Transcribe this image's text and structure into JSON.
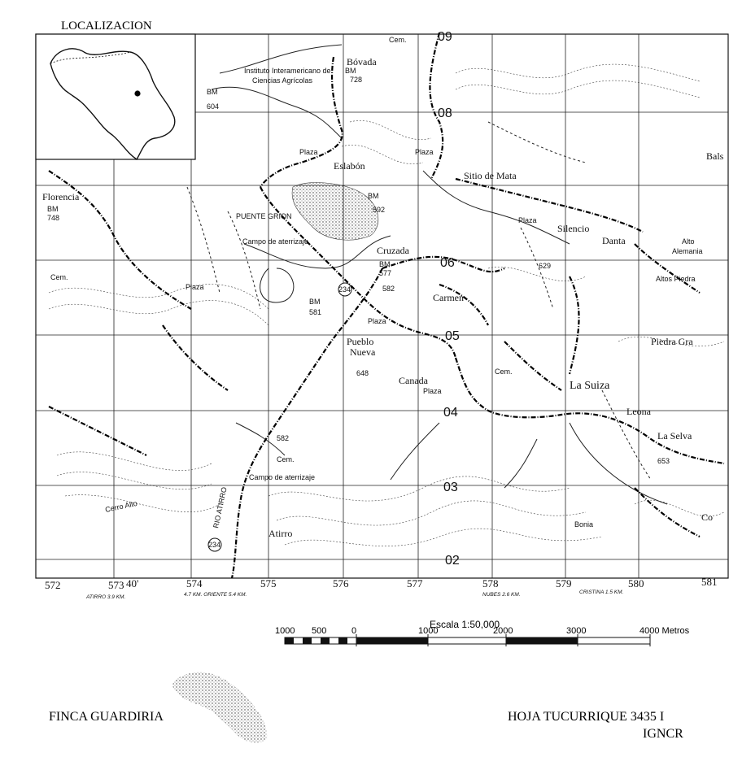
{
  "inset": {
    "title": "LOCALIZACION"
  },
  "grid": {
    "easting_labels": [
      "572",
      "573",
      "574",
      "575",
      "576",
      "577",
      "578",
      "579",
      "580",
      "581"
    ],
    "northing_labels": [
      "09",
      "08",
      "06",
      "05",
      "04",
      "03",
      "02"
    ],
    "minute_label": "40'"
  },
  "places": {
    "bovada": "Bóvada",
    "eslabon": "Eslabón",
    "sitio_mata": "Sitio de Mata",
    "silencio": "Silencio",
    "danta": "Danta",
    "balsa": "Bals",
    "florencia": "Florencia",
    "cruzada": "Cruzada",
    "carmen": "Carmen",
    "pueblo_nuevo_1": "Pueblo",
    "pueblo_nuevo_2": "Nueva",
    "canada": "Canada",
    "la_suiza": "La Suiza",
    "leona": "Leona",
    "la_selva": "La Selva",
    "piedra_grande": "Piedra Gra",
    "atirro": "Atirro",
    "puente_grion": "PUENTE GRION",
    "instituto_1": "Instituto Interamericano de",
    "instituto_2": "Ciencias Agrícolas",
    "campo_aterrizaje_1": "Campo de aterrizaje",
    "campo_aterrizaje_2": "Campo de aterrizaje",
    "alto_alemania_1": "Alto",
    "alto_alemania_2": "Alemania",
    "altos_piedra": "Altos Piedra",
    "co": "Co",
    "bonia": "Bonia",
    "rio_atirro": "RIO ATIRRO",
    "cerro_alto": "Cerro Alto"
  },
  "small_labels": {
    "plaza": "Plaza",
    "cem": "Cem.",
    "bm": "BM",
    "bm_748": "748",
    "bm_728": "728",
    "bm_604": "604",
    "bm_592": "592",
    "bm_577": "577",
    "bm_582": "582",
    "bm_581": "581",
    "bm_648": "648",
    "bm_653": "653",
    "bm_629": "629",
    "route_234": "234"
  },
  "road_notes": {
    "atirro": "ATIRRO 3.9 KM.",
    "oriente": "4.7 KM. ORIENTE 5.4 KM.",
    "nubes": "NUBES 2.6 KM.",
    "cristina": "CRISTINA 1.5 KM."
  },
  "scale": {
    "title": "Escala 1:50,000",
    "labels": [
      "1000",
      "500",
      "0",
      "1000",
      "2000",
      "3000",
      "4000 Metros"
    ]
  },
  "footer": {
    "left": "FINCA GUARDIRIA",
    "right_1": "HOJA TUCURRIQUE 3435 I",
    "right_2": "IGNCR"
  }
}
